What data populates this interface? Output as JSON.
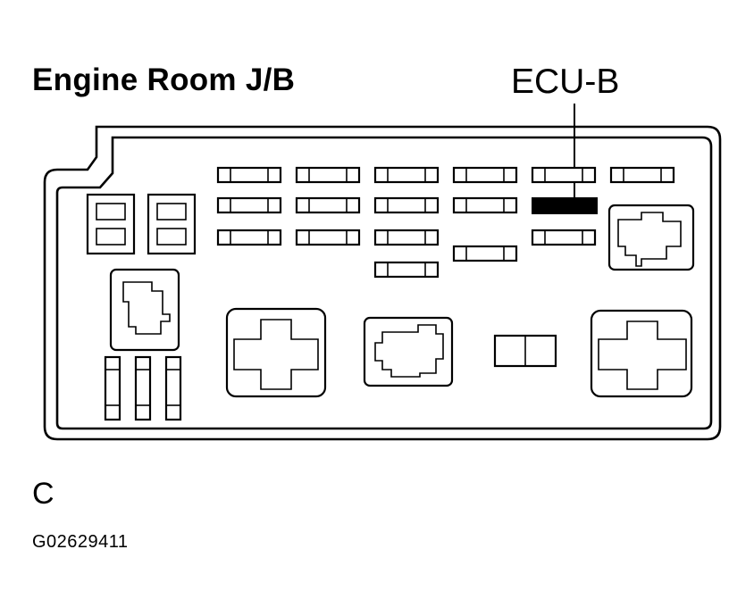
{
  "diagram": {
    "title": "Engine Room J/B",
    "callout_label": "ECU-B",
    "connector_letter": "C",
    "figure_code": "G02629411"
  }
}
